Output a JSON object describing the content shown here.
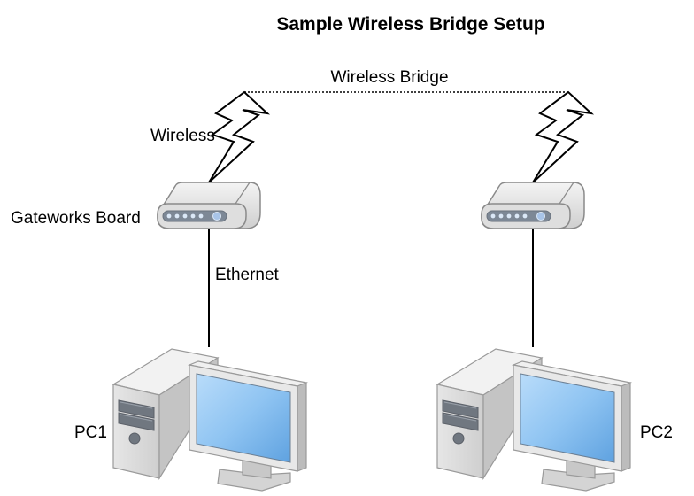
{
  "diagram": {
    "title": "Sample Wireless Bridge Setup",
    "labels": {
      "wireless_bridge": "Wireless Bridge",
      "wireless": "Wireless",
      "gateworks_board": "Gateworks Board",
      "ethernet": "Ethernet",
      "pc1": "PC1",
      "pc2": "PC2"
    },
    "icons": {
      "router": "router-icon",
      "computer": "desktop-computer-icon",
      "wireless_link": "lightning-bolt-icon"
    },
    "colors": {
      "router_body": "#e2e2e2",
      "router_led": "#a8c4e8",
      "monitor_screen": "#8fc4f2",
      "case_body": "#dcdcdc",
      "line": "#000000"
    }
  }
}
